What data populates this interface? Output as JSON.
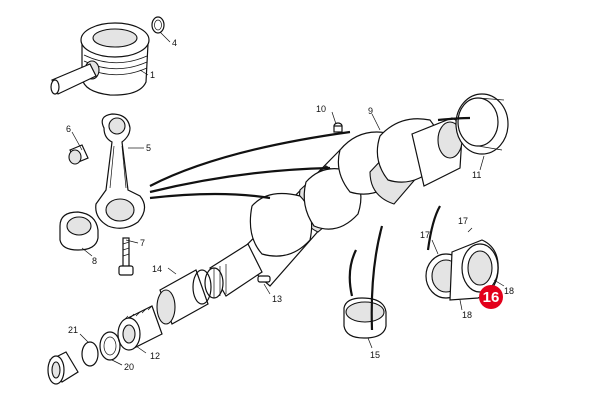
{
  "diagram": {
    "labels": [
      "1",
      "4",
      "5",
      "6",
      "7",
      "8",
      "9",
      "10",
      "11",
      "12",
      "13",
      "14",
      "15",
      "17",
      "17",
      "18",
      "18",
      "20",
      "21"
    ],
    "callout": {
      "text": "16",
      "color": "#e3001b"
    },
    "colors": {
      "line": "#111111",
      "shade": "#e4e4e4",
      "shade_dark": "#bdbdbd",
      "background": "#ffffff"
    }
  }
}
